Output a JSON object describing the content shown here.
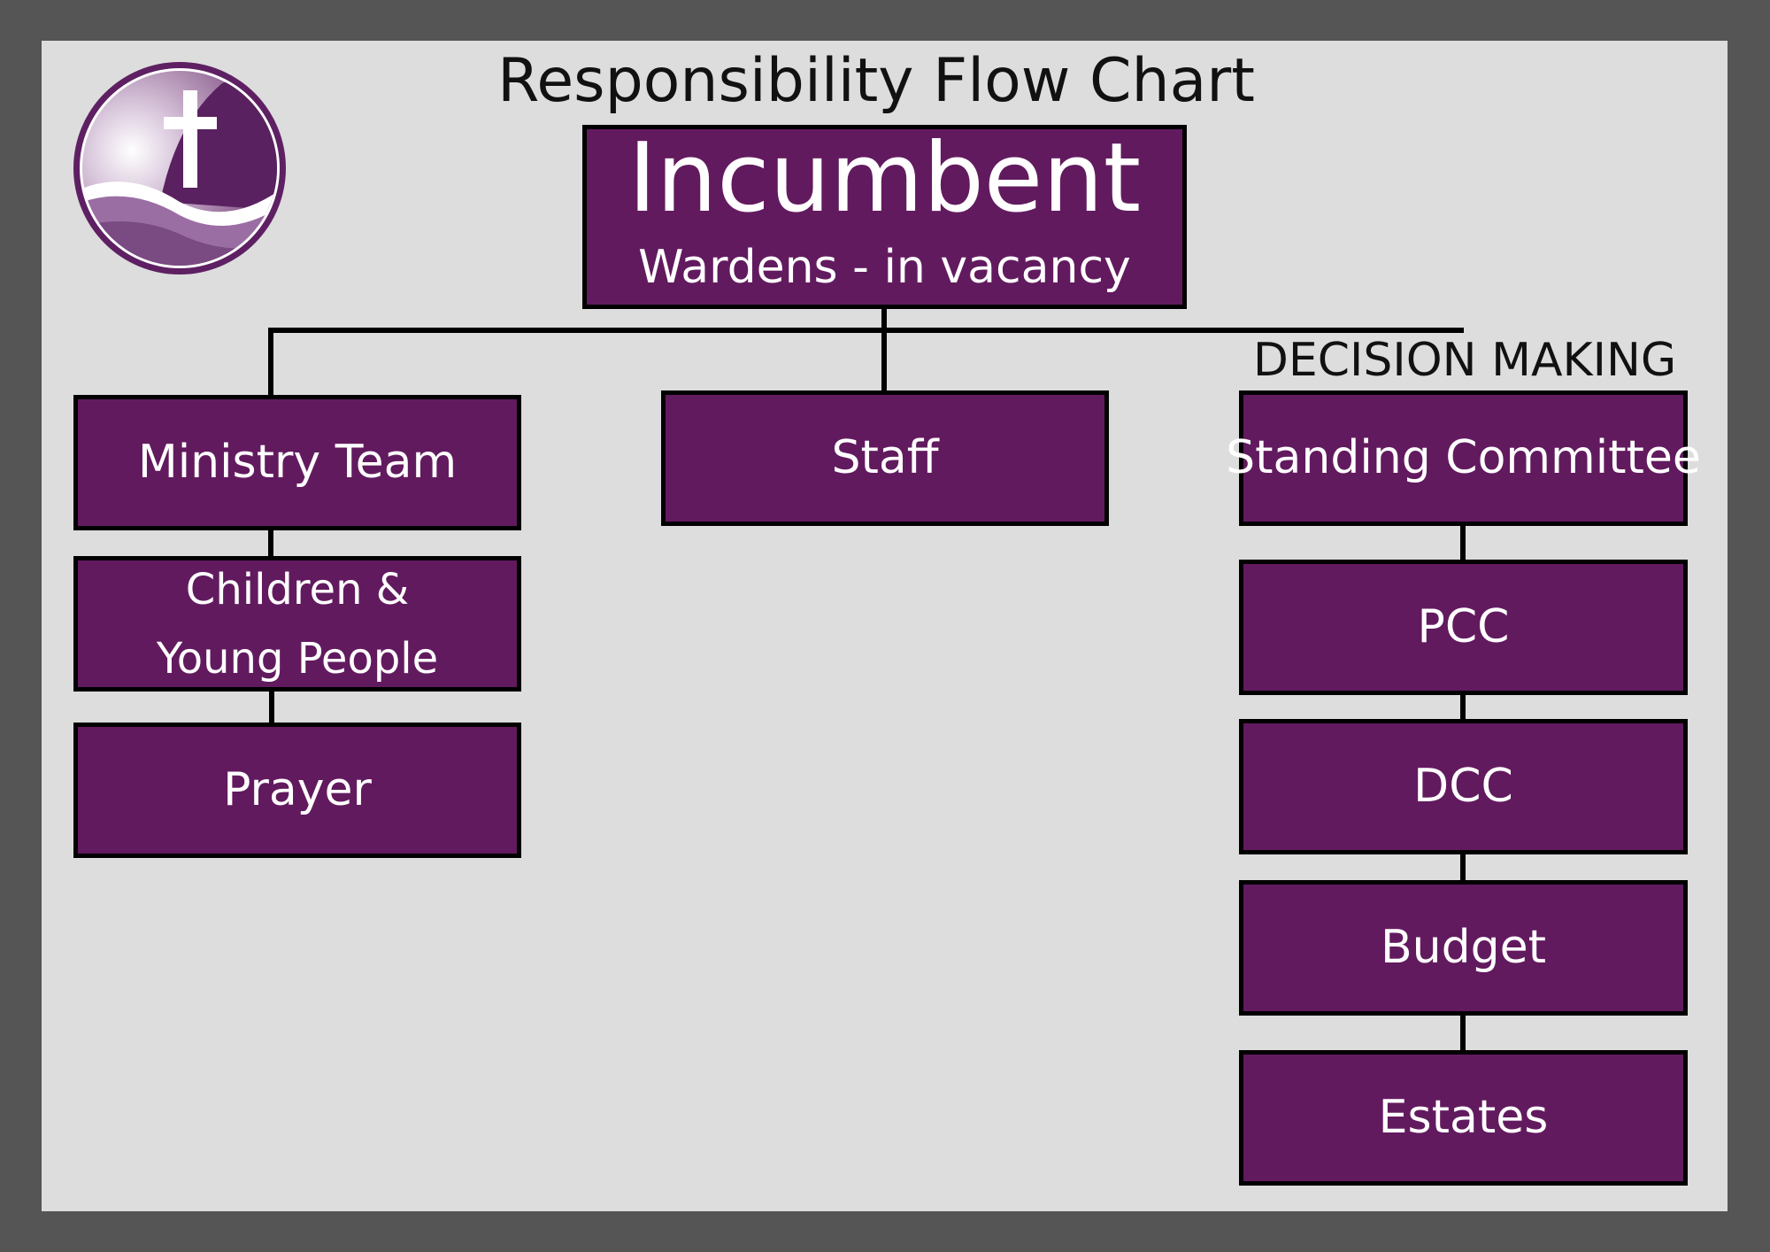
{
  "title": "Responsibility Flow Chart",
  "top": {
    "main": "Incumbent",
    "sub": "Wardens - in vacancy"
  },
  "left_branch": [
    "Ministry Team",
    "Children &",
    "Young People",
    "Prayer"
  ],
  "middle_branch": [
    "Staff"
  ],
  "right_branch": {
    "heading": "DECISION MAKING",
    "items": [
      "Standing Committee",
      "PCC",
      "DCC",
      "Budget",
      "Estates"
    ]
  },
  "colors": {
    "box": "#621a5f",
    "background": "#dddddd",
    "frame": "#555555"
  },
  "logo_icon": "cross-and-wave-icon"
}
